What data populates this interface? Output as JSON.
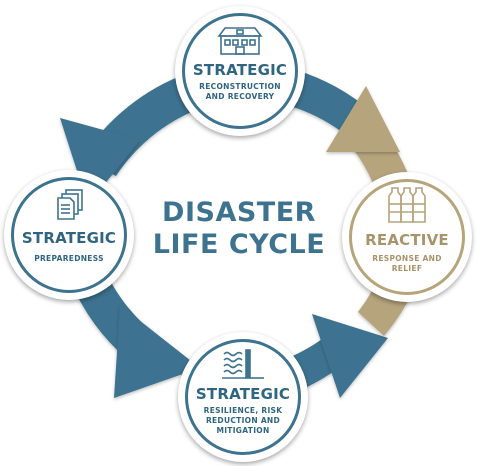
{
  "center": {
    "line1": "DISASTER",
    "line2": "LIFE CYCLE"
  },
  "nodes": {
    "top": {
      "title": "STRATEGIC",
      "subtitle": "RECONSTRUCTION AND RECOVERY",
      "icon": "building-icon"
    },
    "left": {
      "title": "STRATEGIC",
      "subtitle": "PREPAREDNESS",
      "icon": "documents-icon"
    },
    "bottom": {
      "title": "STRATEGIC",
      "subtitle": "RESILIENCE, RISK REDUCTION AND MITIGATION",
      "icon": "flood-barrier-icon"
    },
    "right": {
      "title": "REACTIVE",
      "subtitle": "RESPONSE AND RELIEF",
      "icon": "water-bottles-icon"
    }
  },
  "colors": {
    "strategic": "#3e7390",
    "reactive": "#b6a47b",
    "strategic_text": "#2f6580",
    "reactive_text": "#a8946a"
  }
}
